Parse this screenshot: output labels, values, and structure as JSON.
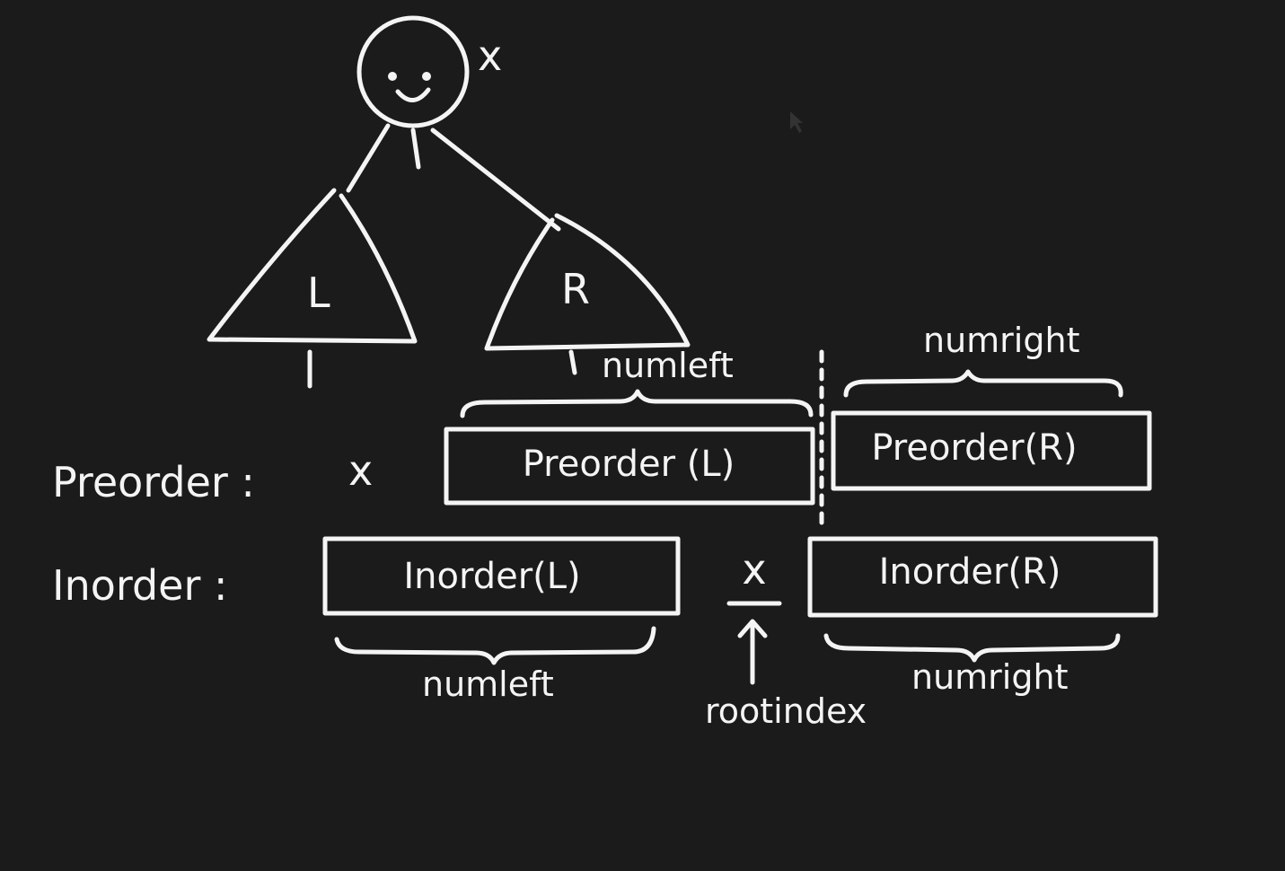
{
  "tree": {
    "root_label": "x",
    "left_subtree": "L",
    "right_subtree": "R"
  },
  "preorder": {
    "row_label": "Preorder :",
    "root": "x",
    "left_box": "Preorder (L)",
    "right_box": "Preorder(R)",
    "left_size_label": "numleft",
    "right_size_label": "numright"
  },
  "inorder": {
    "row_label": "Inorder :",
    "left_box": "Inorder(L)",
    "root": "x",
    "right_box": "Inorder(R)",
    "left_size_label": "numleft",
    "root_pointer_label": "rootindex",
    "right_size_label": "numright"
  },
  "colors": {
    "background": "#1b1b1b",
    "ink": "#f4f4f4"
  }
}
